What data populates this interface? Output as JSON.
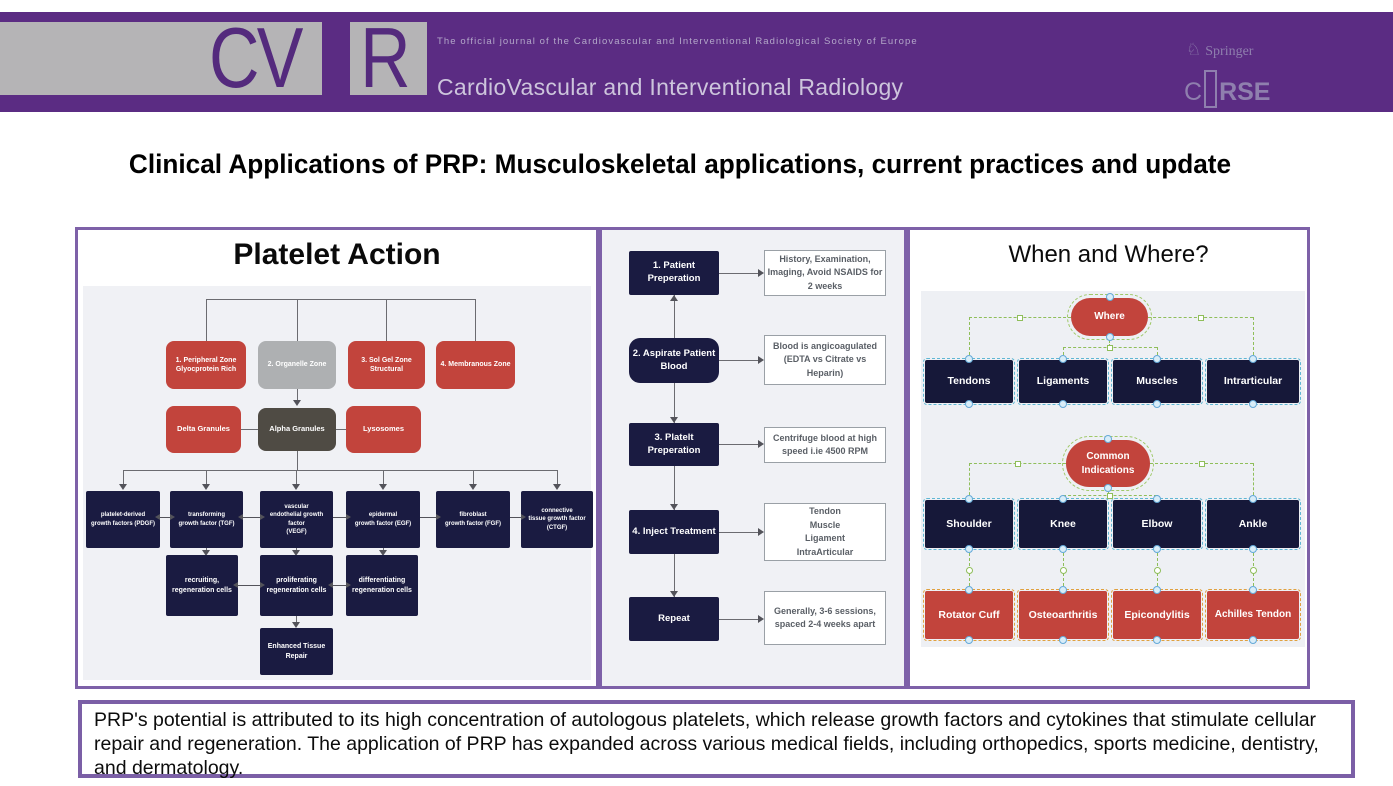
{
  "header": {
    "logo_cv": "CV",
    "logo_r": "R",
    "tagline": "The official journal of the Cardiovascular and Interventional Radiological Society of Europe",
    "journal": "CardioVascular and Interventional Radiology",
    "springer_label": "Springer",
    "cirse_c": "C",
    "cirse_rse": "RSE"
  },
  "title": "Clinical Applications of PRP: Musculoskeletal applications, current practices and update",
  "platelet_panel": {
    "title": "Platelet Action",
    "zones": [
      "1. Peripheral Zone\nGlyocprotein Rich",
      "2. Organelle Zone",
      "3. Sol Gel Zone\nStructural",
      "4. Membranous Zone"
    ],
    "granules": [
      "Delta Granules",
      "Alpha Granules",
      "Lysosomes"
    ],
    "growth_factors": [
      "platelet-derived\ngrowth factors (PDGF)",
      "transforming\ngrowth factor (TGF)",
      "vascular\nendothelial growth factor\n(VEGF)",
      "epidermal\ngrowth factor (EGF)",
      "fibroblast\ngrowth factor (FGF)",
      "connective\ntissue growth factor\n(CTGF)"
    ],
    "cells": [
      "recruiting,\nregeneration cells",
      "proliferating\nregeneration cells",
      "differentiating\nregeneration cells"
    ],
    "outcome": "Enhanced Tissue Repair"
  },
  "procedure_panel": {
    "steps": [
      {
        "label": "1. Patient\nPreperation",
        "desc": "History, Examination,\nImaging, Avoid NSAIDS for\n2 weeks"
      },
      {
        "label": "2. Aspirate Patient\nBlood",
        "desc": "Blood is angicoagulated\n(EDTA vs Citrate vs\nHeparin)"
      },
      {
        "label": "3. Platelt\nPreperation",
        "desc": "Centrifuge blood at high\nspeed i.ie 4500 RPM"
      },
      {
        "label": "4. Inject Treatment",
        "desc": "Tendon\nMuscle\nLigament\nIntraArticular"
      },
      {
        "label": "Repeat",
        "desc": "Generally, 3-6 sessions,\nspaced 2-4 weeks apart"
      }
    ]
  },
  "when_where_panel": {
    "title": "When and Where?",
    "where_label": "Where",
    "where_items": [
      "Tendons",
      "Ligaments",
      "Muscles",
      "Intrarticular"
    ],
    "indications_label": "Common\nIndications",
    "indication_items": [
      "Shoulder",
      "Knee",
      "Elbow",
      "Ankle"
    ],
    "condition_items": [
      "Rotator Cuff",
      "Osteoarthritis",
      "Epicondylitis",
      "Achilles Tendon"
    ]
  },
  "footer": {
    "text": "PRP's potential is attributed to its high concentration of autologous platelets, which release growth factors and cytokines that stimulate cellular repair and regeneration. The application of PRP has expanded across various medical fields, including orthopedics, sports medicine, dentistry, and dermatology."
  },
  "colors": {
    "header_purple": "#5b2c83",
    "panel_border": "#7e61a8",
    "red": "#c2443c",
    "navy": "#1a1b41",
    "zone_gray": "#aeb0b2",
    "alpha_gray": "#4f4b44",
    "light_bg": "#f0f1f5",
    "connector_green": "#8fbe5a",
    "handle_blue": "#7bb8e0"
  }
}
